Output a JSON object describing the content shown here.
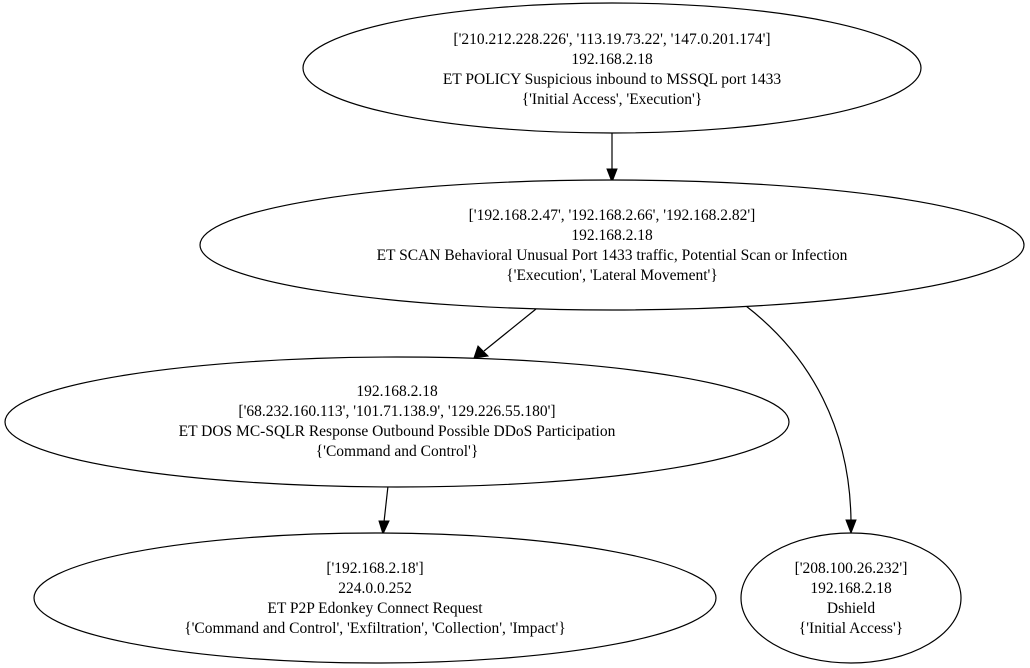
{
  "diagram": {
    "nodes": [
      {
        "id": "n1",
        "lines": [
          "['210.212.228.226', '113.19.73.22', '147.0.201.174']",
          "192.168.2.18",
          "ET POLICY Suspicious inbound to MSSQL port 1433",
          "{'Initial Access', 'Execution'}"
        ]
      },
      {
        "id": "n2",
        "lines": [
          "['192.168.2.47', '192.168.2.66', '192.168.2.82']",
          "192.168.2.18",
          "ET SCAN Behavioral Unusual Port 1433 traffic, Potential Scan or Infection",
          "{'Execution', 'Lateral Movement'}"
        ]
      },
      {
        "id": "n3",
        "lines": [
          "192.168.2.18",
          "['68.232.160.113', '101.71.138.9', '129.226.55.180']",
          "ET DOS MC-SQLR Response Outbound Possible DDoS Participation",
          "{'Command and Control'}"
        ]
      },
      {
        "id": "n4",
        "lines": [
          "['192.168.2.18']",
          "224.0.0.252",
          "ET P2P Edonkey Connect Request",
          "{'Command and Control', 'Exfiltration', 'Collection', 'Impact'}"
        ]
      },
      {
        "id": "n5",
        "lines": [
          "['208.100.26.232']",
          "192.168.2.18",
          "Dshield",
          "{'Initial Access'}"
        ]
      }
    ],
    "edges": [
      {
        "from": "n1",
        "to": "n2"
      },
      {
        "from": "n2",
        "to": "n3"
      },
      {
        "from": "n2",
        "to": "n5"
      },
      {
        "from": "n3",
        "to": "n4"
      }
    ]
  }
}
